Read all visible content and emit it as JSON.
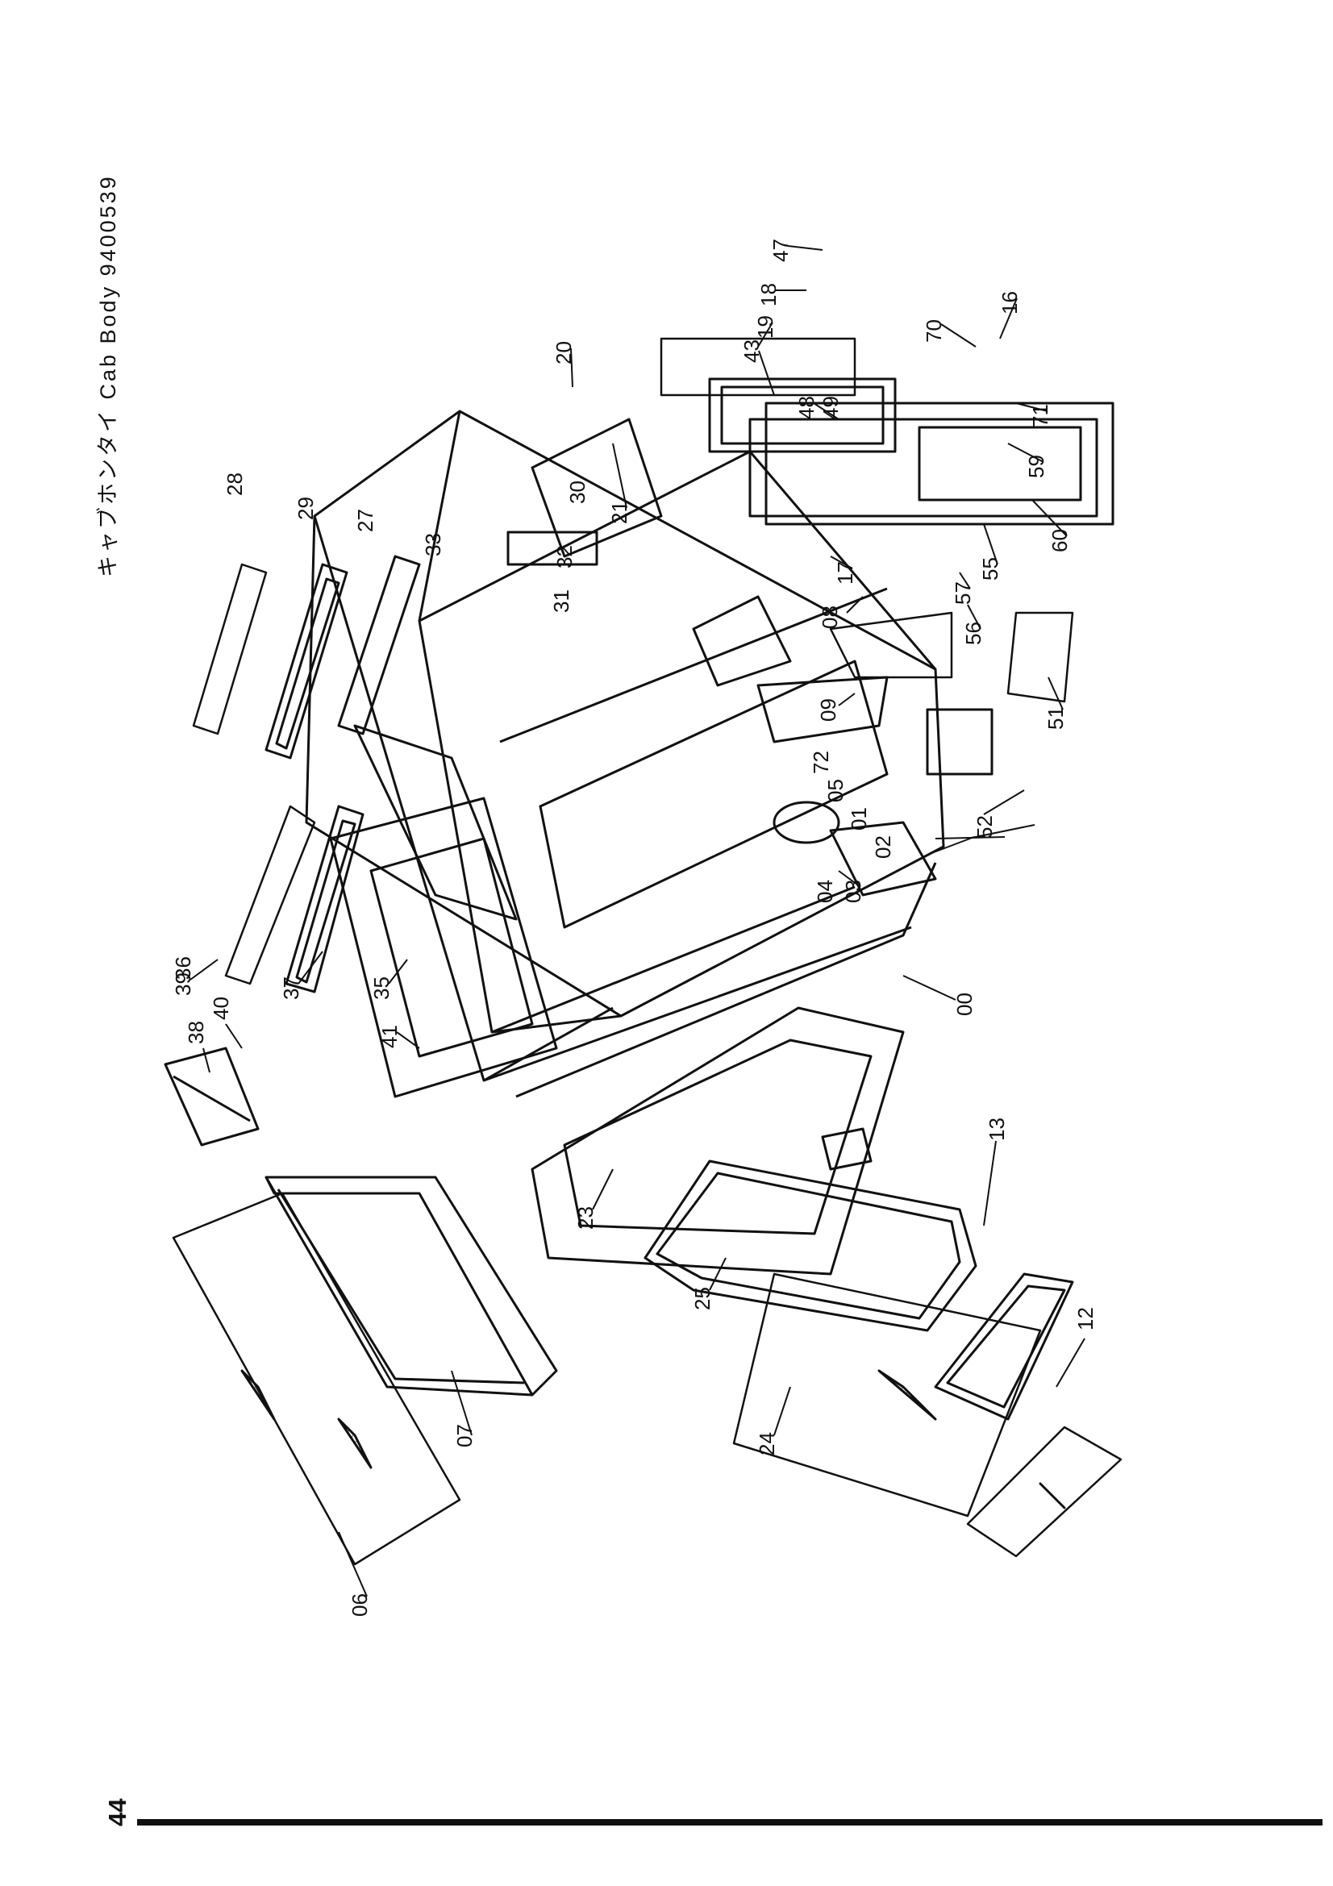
{
  "title": "キャブホンタイ  Cab Body 9400539",
  "page_number": "44",
  "callouts": [
    {
      "id": "06"
    },
    {
      "id": "07"
    },
    {
      "id": "24"
    },
    {
      "id": "25"
    },
    {
      "id": "12"
    },
    {
      "id": "13"
    },
    {
      "id": "23"
    },
    {
      "id": "38"
    },
    {
      "id": "40"
    },
    {
      "id": "39"
    },
    {
      "id": "41"
    },
    {
      "id": "35"
    },
    {
      "id": "37"
    },
    {
      "id": "36"
    },
    {
      "id": "00"
    },
    {
      "id": "03"
    },
    {
      "id": "04"
    },
    {
      "id": "02"
    },
    {
      "id": "01"
    },
    {
      "id": "05"
    },
    {
      "id": "72"
    },
    {
      "id": "52"
    },
    {
      "id": "51"
    },
    {
      "id": "09"
    },
    {
      "id": "08"
    },
    {
      "id": "56"
    },
    {
      "id": "57"
    },
    {
      "id": "55"
    },
    {
      "id": "60"
    },
    {
      "id": "59"
    },
    {
      "id": "71"
    },
    {
      "id": "70"
    },
    {
      "id": "16"
    },
    {
      "id": "17"
    },
    {
      "id": "21"
    },
    {
      "id": "20"
    },
    {
      "id": "43"
    },
    {
      "id": "19"
    },
    {
      "id": "18"
    },
    {
      "id": "47"
    },
    {
      "id": "48"
    },
    {
      "id": "49"
    },
    {
      "id": "31"
    },
    {
      "id": "32"
    },
    {
      "id": "33"
    },
    {
      "id": "30"
    },
    {
      "id": "27"
    },
    {
      "id": "29"
    },
    {
      "id": "28"
    }
  ]
}
